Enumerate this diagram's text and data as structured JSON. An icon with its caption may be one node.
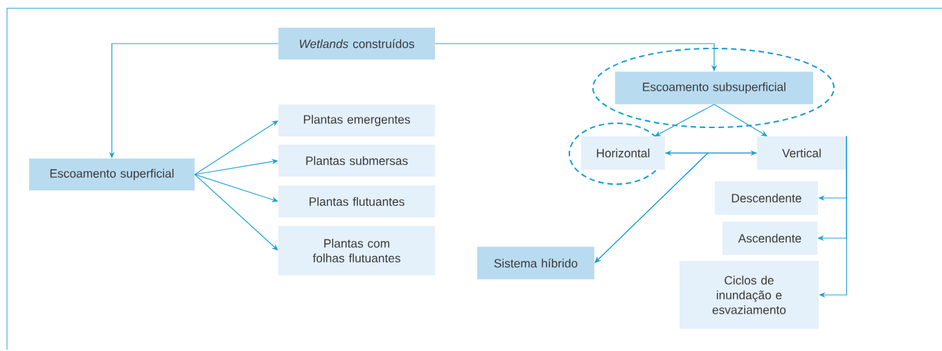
{
  "diagram": {
    "nodes": [
      {
        "text": [
          "*Wetlands* construídos"
        ]
      },
      {
        "text": [
          "Escoamento superficial"
        ]
      },
      {
        "text": [
          "Plantas emergentes"
        ]
      },
      {
        "text": [
          "Plantas submersas"
        ]
      },
      {
        "text": [
          "Plantas flutuantes"
        ]
      },
      {
        "text": [
          "Plantas com folhas flutuantes"
        ]
      },
      {
        "text": [
          "Escoamento subsuperficial"
        ]
      },
      {
        "text": [
          "Horizontal"
        ]
      },
      {
        "text": [
          "Vertical"
        ]
      },
      {
        "text": [
          "Sistema híbrido"
        ]
      },
      {
        "text": [
          "Descendente"
        ]
      },
      {
        "text": [
          "Ascendente"
        ]
      },
      {
        "text": [
          "Ciclos de inundação e esvaziamento"
        ]
      }
    ],
    "edges": [
      {
        "from": 0,
        "to": 1,
        "arrow": "to"
      },
      {
        "from": 0,
        "to": 6,
        "arrow": "to"
      },
      {
        "from": 1,
        "to": 2,
        "arrow": "to"
      },
      {
        "from": 1,
        "to": 3,
        "arrow": "to"
      },
      {
        "from": 1,
        "to": 4,
        "arrow": "to"
      },
      {
        "from": 1,
        "to": 5,
        "arrow": "to"
      },
      {
        "from": 6,
        "to": 7,
        "arrow": "to"
      },
      {
        "from": 6,
        "to": 8,
        "arrow": "to"
      },
      {
        "from": 7,
        "to": 8,
        "arrow": "both"
      },
      {
        "from": 7,
        "to": 9,
        "arrow": "to"
      },
      {
        "from": 8,
        "to": 9,
        "arrow": "to"
      },
      {
        "from": 8,
        "to": 10,
        "arrow": "to"
      },
      {
        "from": 8,
        "to": 11,
        "arrow": "to"
      },
      {
        "from": 8,
        "to": 12,
        "arrow": "to"
      }
    ]
  }
}
